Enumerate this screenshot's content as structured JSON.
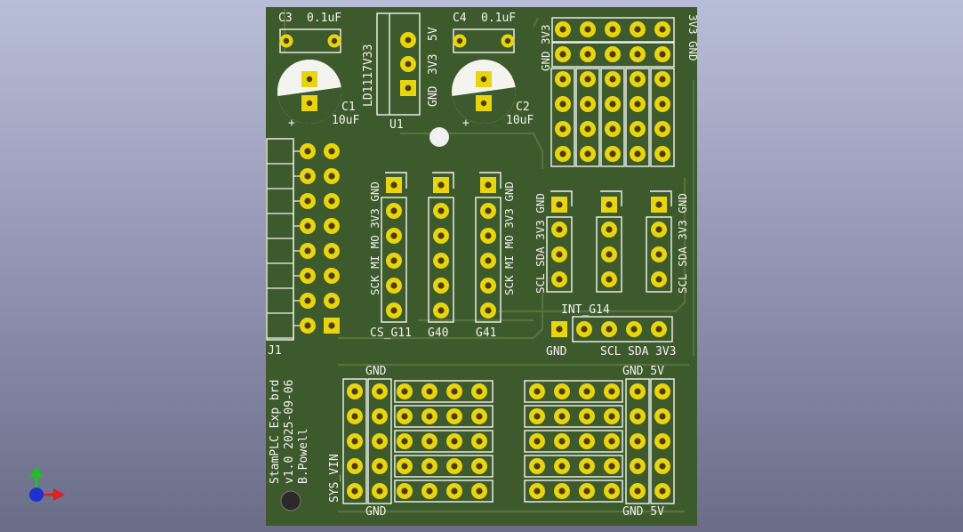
{
  "board": {
    "colors": {
      "soldermask": "#3d5a2d",
      "silkscreen": "#f4f4ee",
      "pad": "#e8d410",
      "hole": "#4a3e08",
      "trace": "#55733c"
    }
  },
  "labels": {
    "c3": "C3",
    "c3_value": "0.1uF",
    "c4": "C4",
    "c4_value": "0.1uF",
    "c1": "C1",
    "c1_value": "10uF",
    "c2": "C2",
    "c2_value": "10uF",
    "plus": "+",
    "u1_part": "LD1117V33",
    "u1_ref": "U1",
    "u1_5v": "5V",
    "u1_3v3": "3V3",
    "u1_gnd": "GND",
    "hdr_top_left_3v3": "3V3",
    "hdr_top_left_gnd": "GND",
    "hdr_top_right_3v3": "3V3",
    "hdr_top_right_gnd": "GND",
    "j1": "J1",
    "spi_left": "SCK MI MO 3V3 GND",
    "spi_right": "SCK MI MO 3V3 GND",
    "cs_g11": "CS_G11",
    "g40": "G40",
    "g41": "G41",
    "i2c_left": "SCL SDA 3V3 GND",
    "i2c_right": "SCL SDA 3V3 GND",
    "int_g14": "INT_G14",
    "int_gnd": "GND",
    "int_scl": "SCL",
    "int_sda": "SDA",
    "int_3v3": "3V3",
    "pwr_gnd_top": "GND",
    "pwr_gnd_bottom": "GND",
    "sys_vin": "SYS_VIN",
    "pwr2_top": "GND 5V",
    "pwr2_bottom": "GND 5V",
    "board_line1": "StamPLC Exp brd",
    "board_line2": "v1.0 2025-09-06",
    "board_line3": "B.Powell"
  },
  "axes": {
    "icon": "xyz-axis-gizmo-icon",
    "x_color": "#e02020",
    "y_color": "#20c020",
    "z_color": "#2030d0"
  }
}
